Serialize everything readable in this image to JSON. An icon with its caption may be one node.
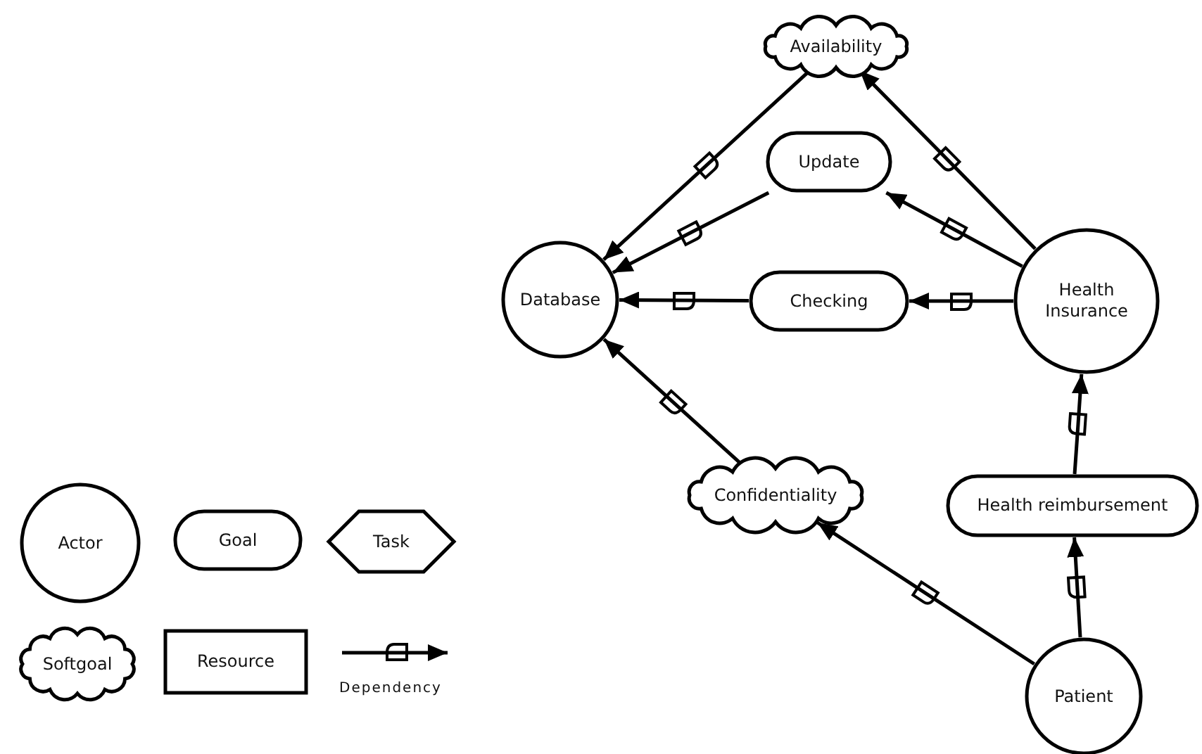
{
  "diagram": {
    "nodes": [
      {
        "text": [
          "Availability"
        ]
      },
      {
        "text": [
          "Update"
        ]
      },
      {
        "text": [
          "Database"
        ]
      },
      {
        "text": [
          "Checking"
        ]
      },
      {
        "text": [
          "Health Insurance"
        ]
      },
      {
        "text": [
          "Confidentiality"
        ]
      },
      {
        "text": [
          "Health reimbursement"
        ]
      },
      {
        "text": [
          "Patient"
        ]
      }
    ],
    "edges": [
      {
        "from": 0,
        "to": 2,
        "arrow": "to"
      },
      {
        "from": 4,
        "to": 0,
        "arrow": "to"
      },
      {
        "from": 1,
        "to": 2,
        "arrow": "to"
      },
      {
        "from": 4,
        "to": 1,
        "arrow": "to"
      },
      {
        "from": 3,
        "to": 2,
        "arrow": "to"
      },
      {
        "from": 4,
        "to": 3,
        "arrow": "to"
      },
      {
        "from": 5,
        "to": 2,
        "arrow": "to"
      },
      {
        "from": 7,
        "to": 5,
        "arrow": "to"
      },
      {
        "from": 6,
        "to": 4,
        "arrow": "to"
      },
      {
        "from": 7,
        "to": 6,
        "arrow": "to"
      }
    ],
    "legend": [
      {
        "text": "Actor"
      },
      {
        "text": "Goal"
      },
      {
        "text": "Task"
      },
      {
        "text": "Softgoal"
      },
      {
        "text": "Resource"
      },
      {
        "text": "Dependency"
      }
    ]
  }
}
